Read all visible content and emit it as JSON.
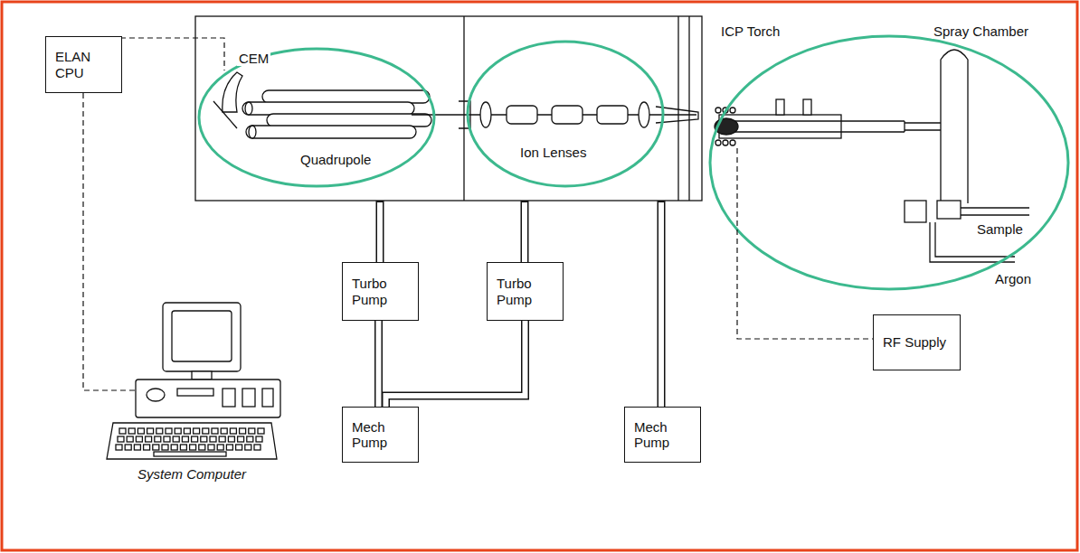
{
  "diagram": {
    "nodes": [
      {
        "text": [
          "ELAN CPU"
        ]
      },
      {
        "text": [
          "Turbo Pump"
        ]
      },
      {
        "text": [
          "Turbo Pump"
        ]
      },
      {
        "text": [
          "RF Supply"
        ]
      },
      {
        "text": [
          "Mech Pump"
        ]
      },
      {
        "text": [
          "Mech Pump"
        ]
      }
    ],
    "edges": [
      {
        "from": 1,
        "to": 4,
        "arrow": "none"
      },
      {
        "from": 2,
        "to": 4,
        "arrow": "none"
      }
    ],
    "labels": [
      "CEM",
      "Quadrupole",
      "Ion Lenses",
      "ICP Torch",
      "Spray Chamber",
      "Sample",
      "Argon",
      "System Computer"
    ]
  }
}
